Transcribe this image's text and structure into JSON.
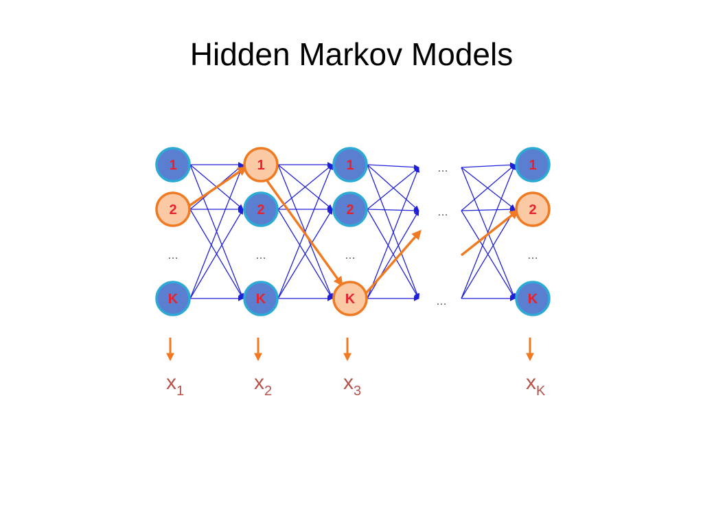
{
  "slide": {
    "title": "Hidden Markov Models"
  },
  "colors": {
    "node_fill": "#5b7fd0",
    "node_stroke": "#2ca9d4",
    "highlight_fill": "#fbc9a4",
    "highlight_stroke": "#ef7a22",
    "node_text": "#e8212b",
    "edge": "#1f1fd8",
    "path": "#ef7a22",
    "obs_text": "#b4524a"
  },
  "diagram": {
    "states": [
      "1",
      "2",
      "K"
    ],
    "ellipsis": "…",
    "columns": [
      {
        "id": "c1",
        "highlight_state": "2"
      },
      {
        "id": "c2",
        "highlight_state": "1"
      },
      {
        "id": "c3",
        "highlight_state": "K"
      },
      {
        "id": "c4",
        "highlight_state": "2"
      }
    ],
    "observations": [
      {
        "base": "x",
        "sub": "1"
      },
      {
        "base": "x",
        "sub": "2"
      },
      {
        "base": "x",
        "sub": "3"
      },
      {
        "base": "x",
        "sub": "K"
      }
    ]
  }
}
